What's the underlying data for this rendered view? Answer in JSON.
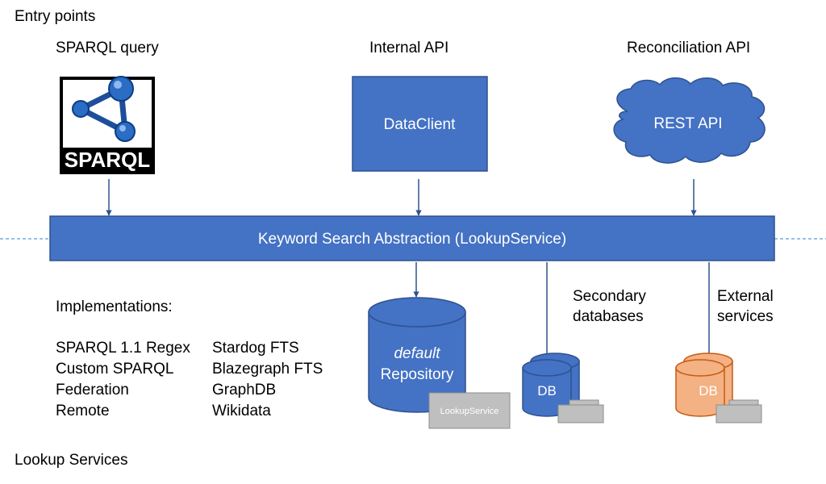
{
  "labels": {
    "entry_points": "Entry points",
    "sparql_query": "SPARQL query",
    "internal_api": "Internal API",
    "reconciliation_api": "Reconciliation API",
    "lookup_services": "Lookup Services",
    "implementations": "Implementations:",
    "secondary_line1": "Secondary",
    "secondary_line2": "databases",
    "external_line1": "External",
    "external_line2": "services"
  },
  "boxes": {
    "sparql_logo_text": "SPARQL",
    "dataclient": "DataClient",
    "rest_api": "REST API",
    "abstraction": "Keyword Search Abstraction (LookupService)"
  },
  "repository": {
    "line1": "default",
    "line2": "Repository",
    "tag": "LookupService"
  },
  "db_secondary": "DB",
  "db_external": "DB",
  "implementations": {
    "col1": [
      "SPARQL 1.1 Regex",
      "Custom SPARQL",
      "Federation",
      "Remote"
    ],
    "col2": [
      "Stardog FTS",
      "Blazegraph FTS",
      "GraphDB",
      "Wikidata"
    ]
  },
  "colors": {
    "blue": "#4472c4",
    "blue_border": "#2f528f",
    "orange": "#f4b183",
    "orange_border": "#c55a11",
    "gray": "#bfbfbf",
    "dashed_line": "#5b9bd5"
  }
}
